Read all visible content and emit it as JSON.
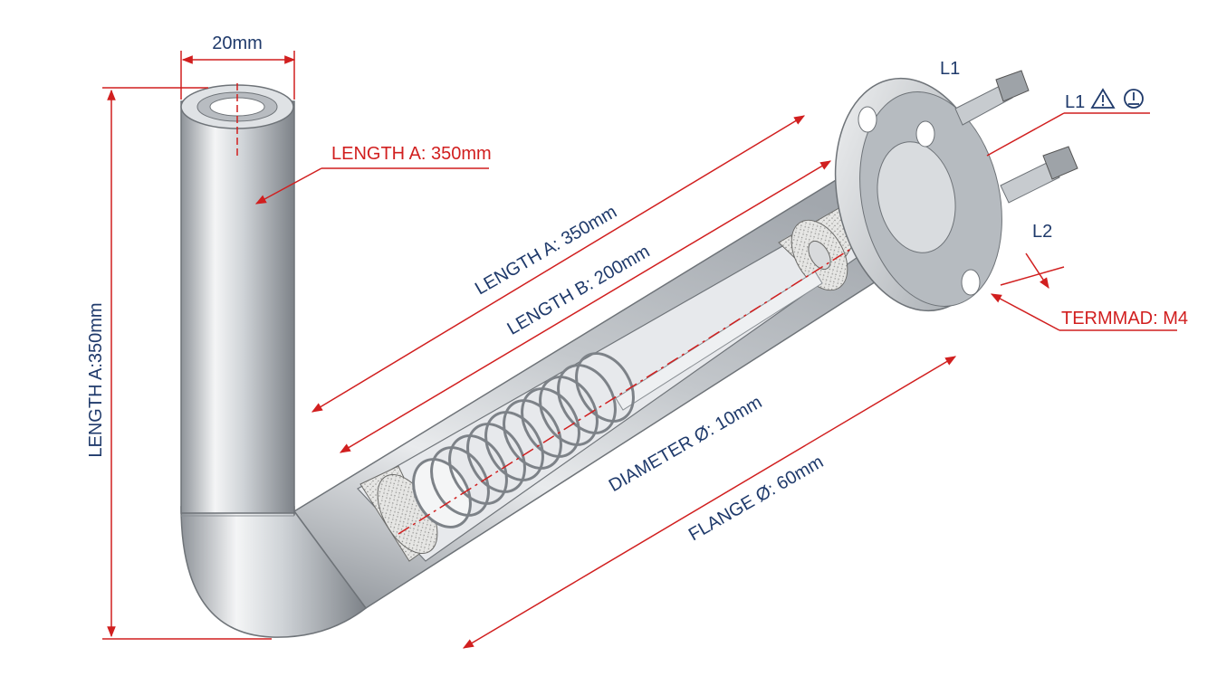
{
  "labels": {
    "top_width": "20mm",
    "length_a_vertical": "LENGTH A:350mm",
    "length_a_callout": "LENGTH A: 350mm",
    "length_a_diag": "LENGTH A: 350mm",
    "length_b_diag": "LENGTH B: 200mm",
    "diameter": "DIAMETER Ø: 10mm",
    "flange": "FLANGE Ø: 60mm",
    "terminal_l1_top": "L1",
    "terminal_l1_side": "L1",
    "terminal_l2": "L2",
    "thread": "TERMMAD: M4"
  },
  "colors": {
    "dimension_red": "#d11f1f",
    "label_blue": "#1f3a6b",
    "steel": "#c9cdd2"
  },
  "icons": [
    "warning-triangle-icon",
    "info-circle-icon"
  ]
}
